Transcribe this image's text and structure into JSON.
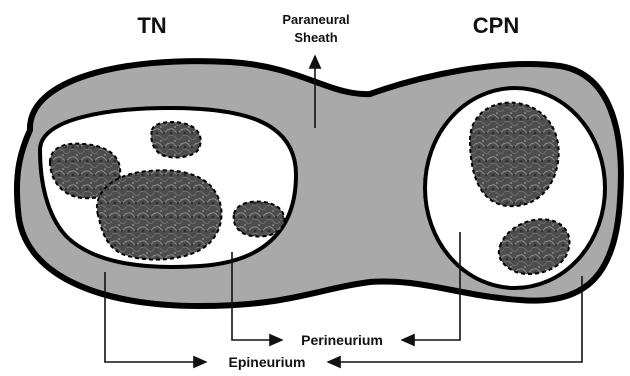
{
  "labels": {
    "tn": "TN",
    "cpn": "CPN",
    "paraneural_line1": "Paraneural",
    "paraneural_line2": "Sheath",
    "perineurium": "Perineurium",
    "epineurium": "Epineurium"
  },
  "colors": {
    "sheath_fill": "#a9a9a9",
    "epineurium_fill": "#ffffff",
    "fascicle_fill": "#4a4a4a",
    "outline": "#000000"
  }
}
